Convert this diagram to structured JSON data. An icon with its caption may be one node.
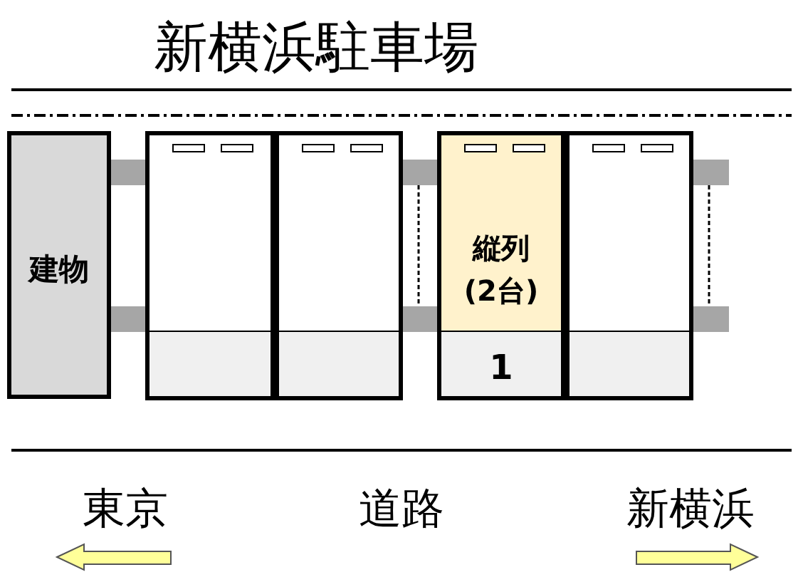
{
  "diagram": {
    "title": "新横浜駐車場",
    "nodes": [
      {
        "text": [
          "建物"
        ]
      },
      {
        "text": [],
        "shape": "box"
      },
      {
        "text": [],
        "shape": "box"
      },
      {
        "text": [
          "縦列 (2台)",
          "1"
        ]
      },
      {
        "text": [],
        "shape": "box"
      }
    ],
    "edges": [],
    "labels": [
      "東京",
      "道路",
      "新横浜"
    ]
  }
}
